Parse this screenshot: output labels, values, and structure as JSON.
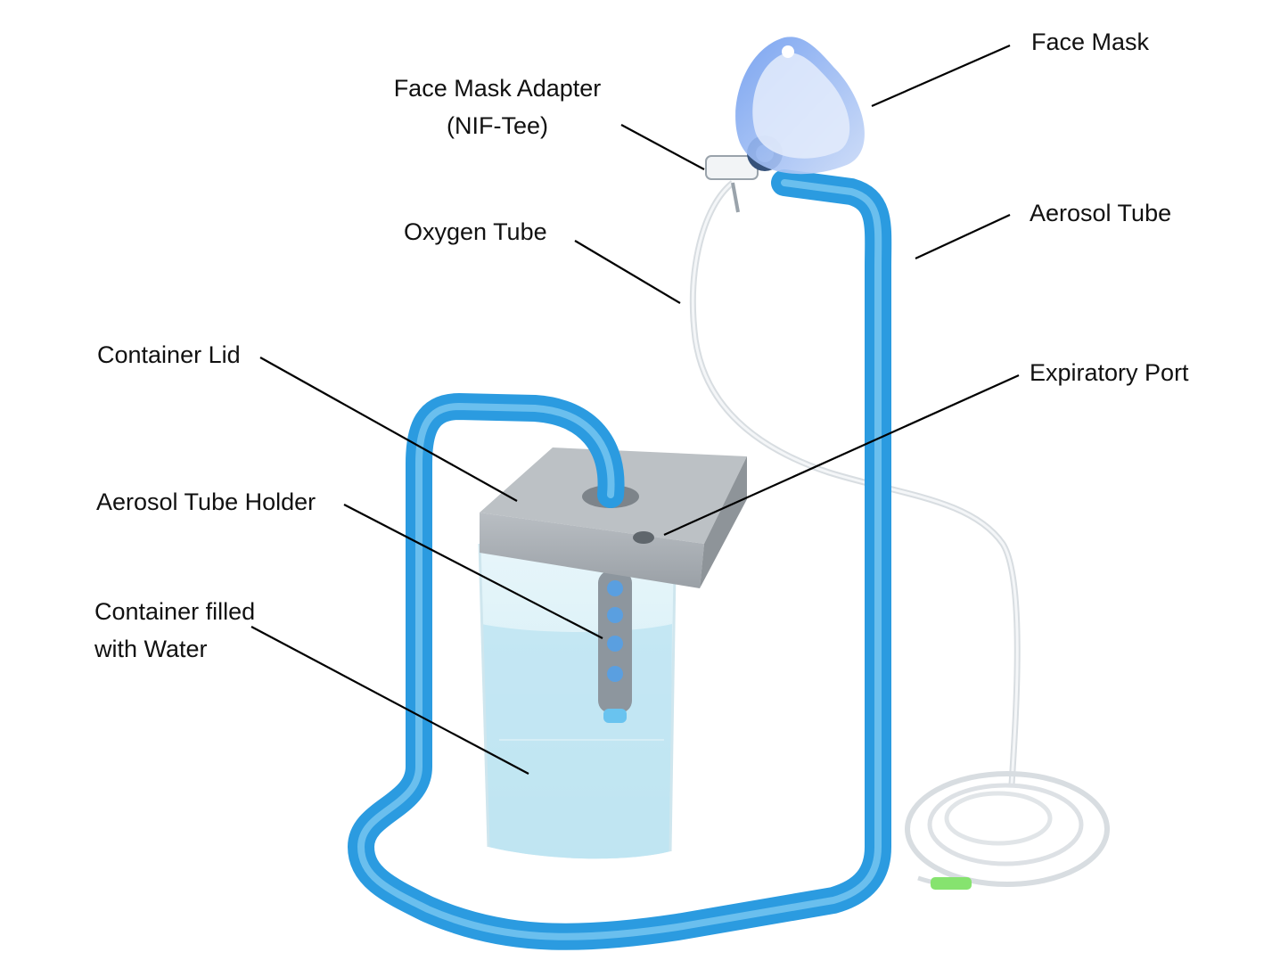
{
  "labels": {
    "face_mask": "Face Mask",
    "face_mask_adapter_line1": "Face Mask Adapter",
    "face_mask_adapter_line2": "(NIF-Tee)",
    "oxygen_tube": "Oxygen Tube",
    "aerosol_tube": "Aerosol Tube",
    "container_lid": "Container Lid",
    "expiratory_port": "Expiratory Port",
    "aerosol_tube_holder": "Aerosol Tube Holder",
    "container_filled_line1": "Container filled",
    "container_filled_line2": "with Water"
  },
  "colors": {
    "aerosol_tube": "#2d9fe3",
    "aerosol_tube_highlight": "#8ad0f5",
    "container_lid": "#a9aeb3",
    "water": "#c9eaf4",
    "oxygen_tube": "#e6e9ec",
    "face_mask": "#5a8fe6",
    "connector_tip": "#7ee36a"
  }
}
